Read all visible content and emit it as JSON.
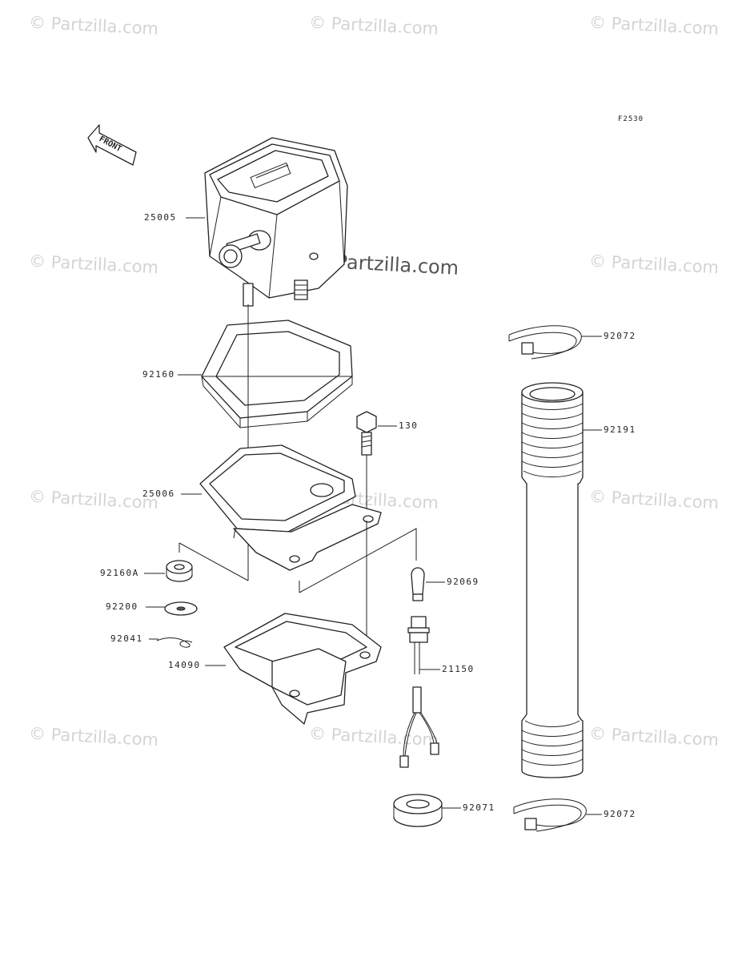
{
  "watermark": {
    "text": "© Partzilla.com"
  },
  "diagram_code": "F2530",
  "front_arrow": {
    "text": "FRONT"
  },
  "parts": [
    {
      "id": "meter-assembly",
      "number": "25005"
    },
    {
      "id": "meter-gasket",
      "number": "92160"
    },
    {
      "id": "bolt",
      "number": "130"
    },
    {
      "id": "meter-case",
      "number": "25006"
    },
    {
      "id": "grommet",
      "number": "92160A"
    },
    {
      "id": "washer",
      "number": "92200"
    },
    {
      "id": "clip",
      "number": "92041"
    },
    {
      "id": "bracket",
      "number": "14090"
    },
    {
      "id": "bulb",
      "number": "92069"
    },
    {
      "id": "socket-lead",
      "number": "21150"
    },
    {
      "id": "grommet-round",
      "number": "92071"
    },
    {
      "id": "band-top",
      "number": "92072"
    },
    {
      "id": "cable-boot",
      "number": "92191"
    },
    {
      "id": "band-bottom",
      "number": "92072"
    }
  ]
}
